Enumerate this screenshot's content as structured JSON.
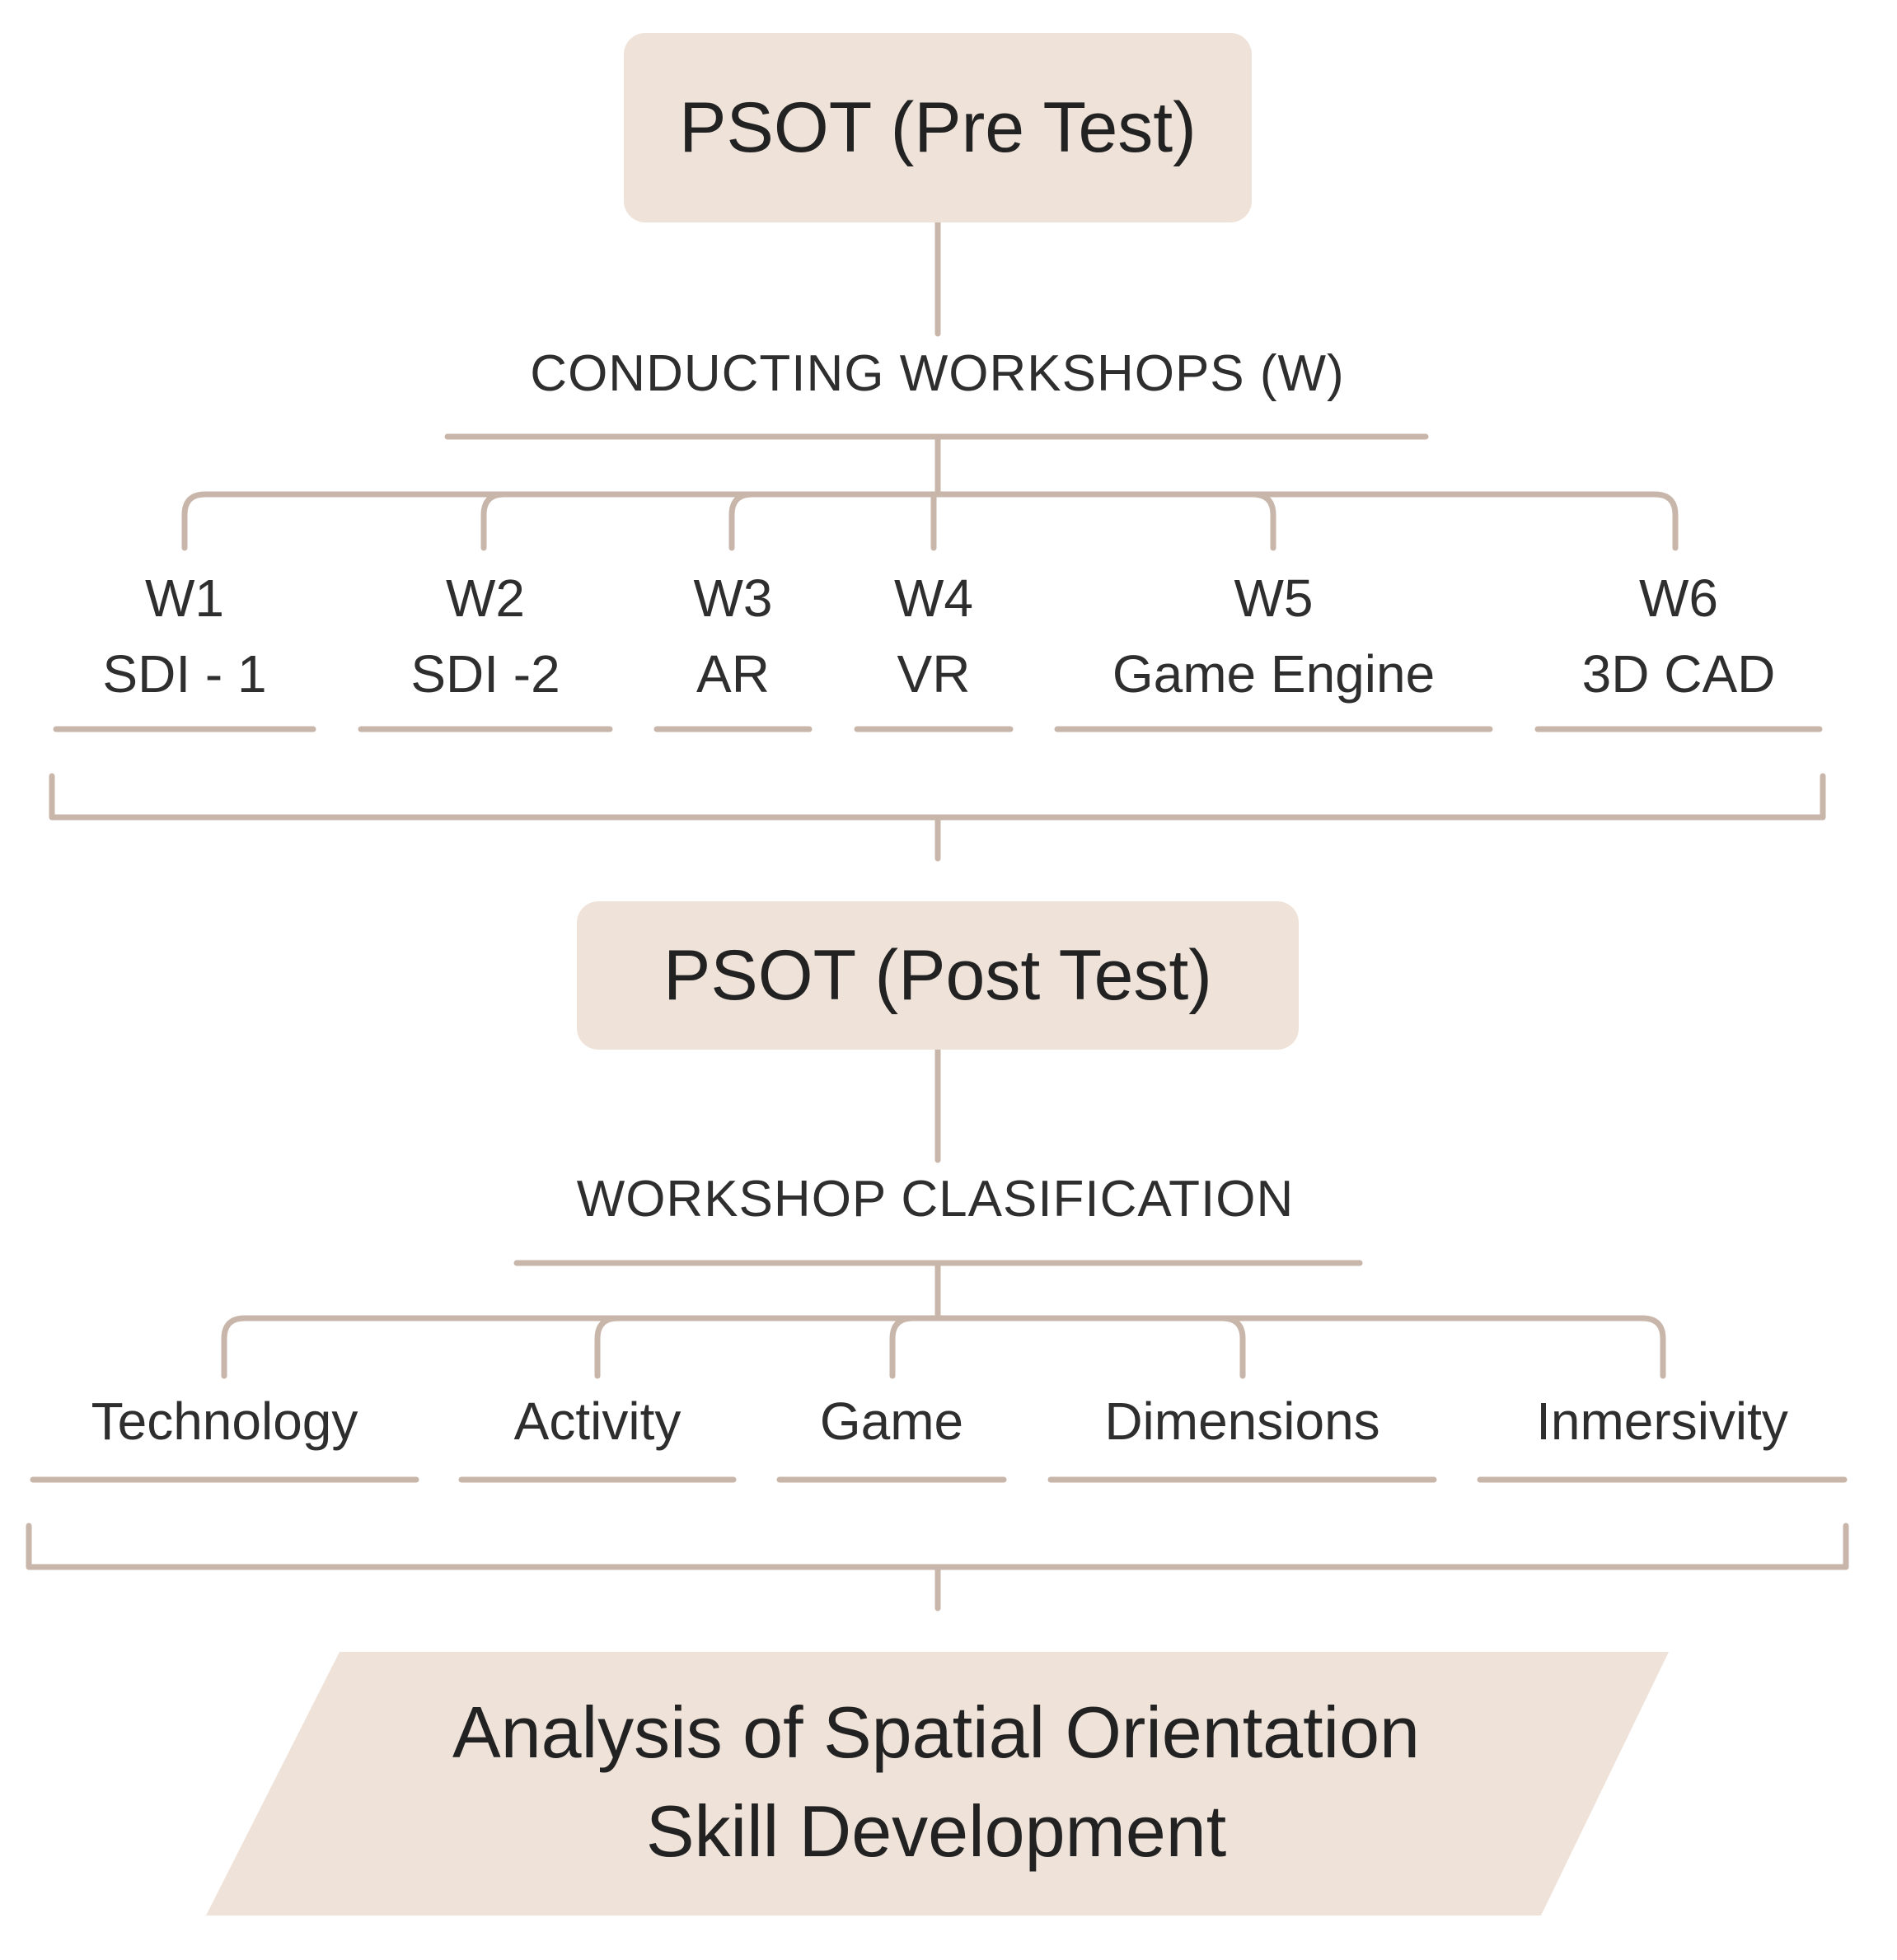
{
  "pre_test": "PSOT (Pre Test)",
  "workshops_heading": "CONDUCTING WORKSHOPS (W)",
  "workshops": [
    {
      "code": "W1",
      "name": "SDI - 1"
    },
    {
      "code": "W2",
      "name": "SDI -2"
    },
    {
      "code": "W3",
      "name": "AR"
    },
    {
      "code": "W4",
      "name": "VR"
    },
    {
      "code": "W5",
      "name": "Game Engine"
    },
    {
      "code": "W6",
      "name": "3D CAD"
    }
  ],
  "post_test": "PSOT (Post Test)",
  "classification_heading": "WORKSHOP CLASIFICATION",
  "categories": [
    "Technology",
    "Activity",
    "Game",
    "Dimensions",
    "Inmersivity"
  ],
  "analysis": {
    "line1": "Analysis of Spatial Orientation",
    "line2": "Skill Development"
  },
  "colors": {
    "box_fill": "#efe2d9",
    "line": "#c9b6aa",
    "text": "#2b2b2b"
  }
}
